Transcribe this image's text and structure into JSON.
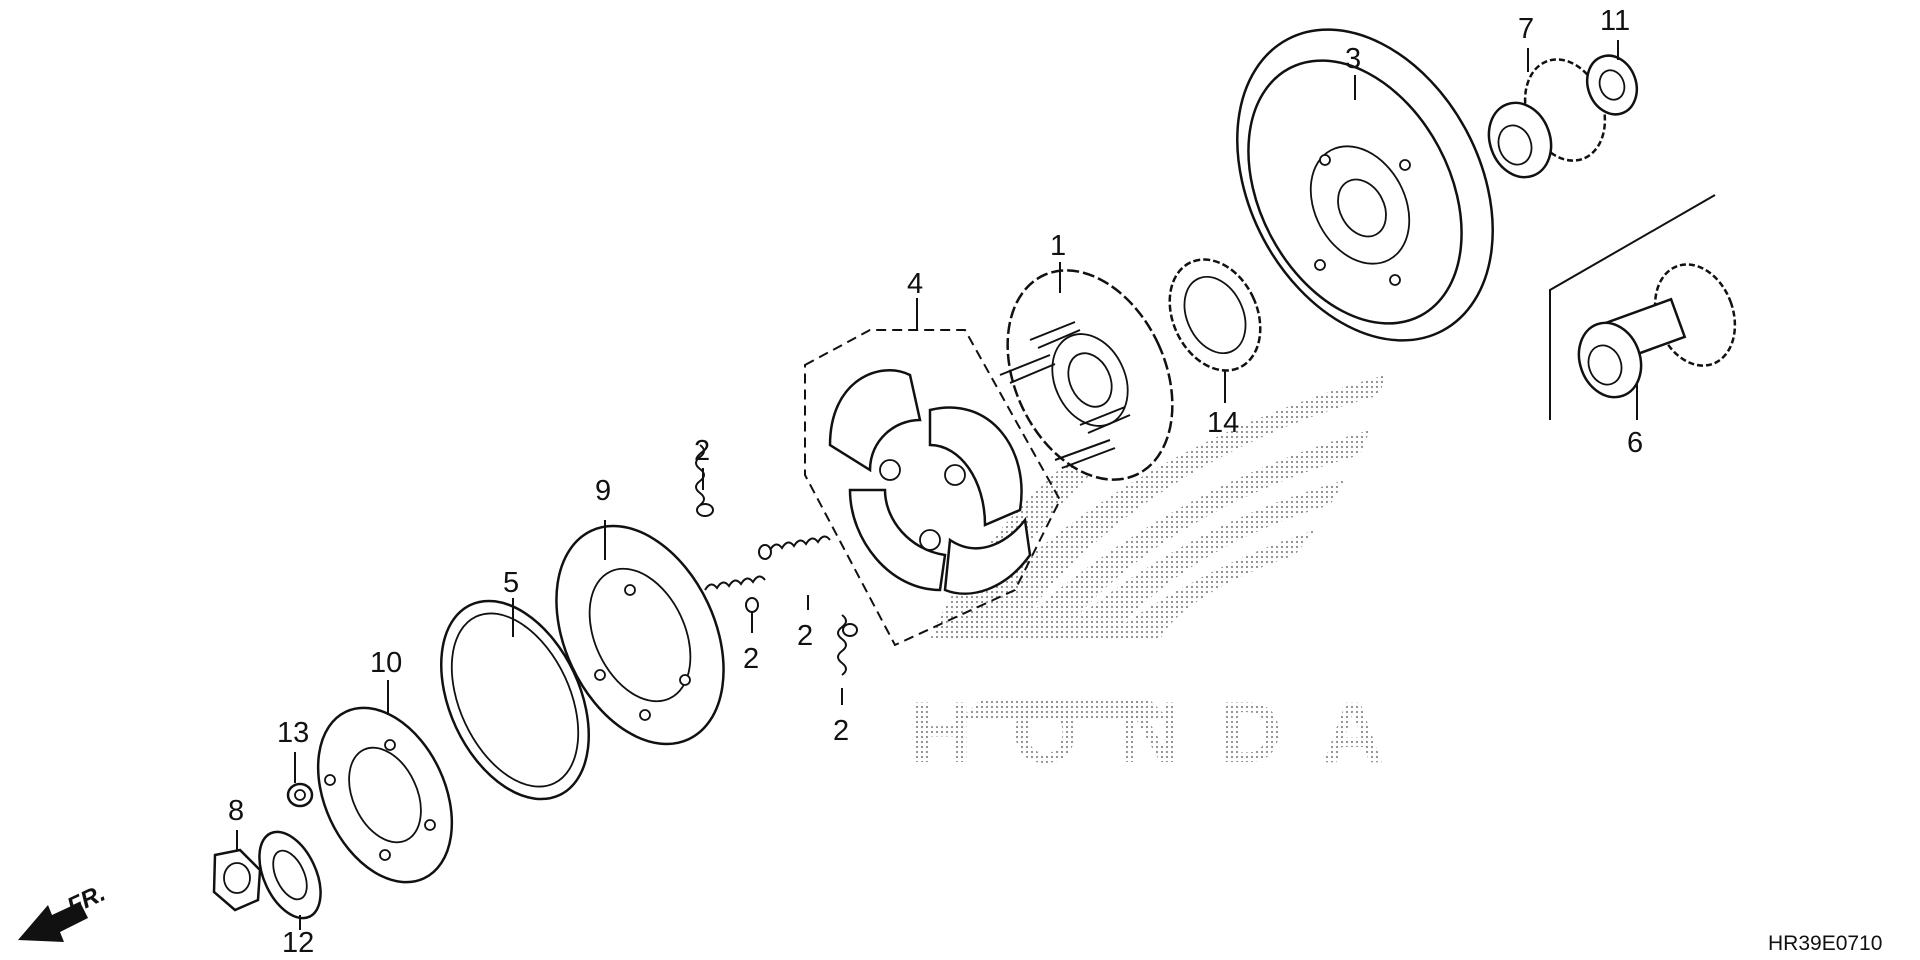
{
  "diagram": {
    "drawing_code": "HR39E0710",
    "direction_label": "FR.",
    "watermark_text": "HONDA",
    "callouts": {
      "clutch_plate": "1",
      "spring_a": "2",
      "spring_b": "2",
      "spring_c": "2",
      "spring_d": "2",
      "clutch_drum": "3",
      "weight_assembly": "4",
      "friction_ring": "5",
      "gear_shaft": "6",
      "drive_gear": "7",
      "nut": "8",
      "outer_plate": "9",
      "cover_plate": "10",
      "thrust_washer": "11",
      "washer": "12",
      "lock_washer": "13",
      "one_way_clutch": "14"
    }
  },
  "colors": {
    "line": "#111111",
    "background": "#ffffff",
    "watermark": "#9a9a9a"
  }
}
